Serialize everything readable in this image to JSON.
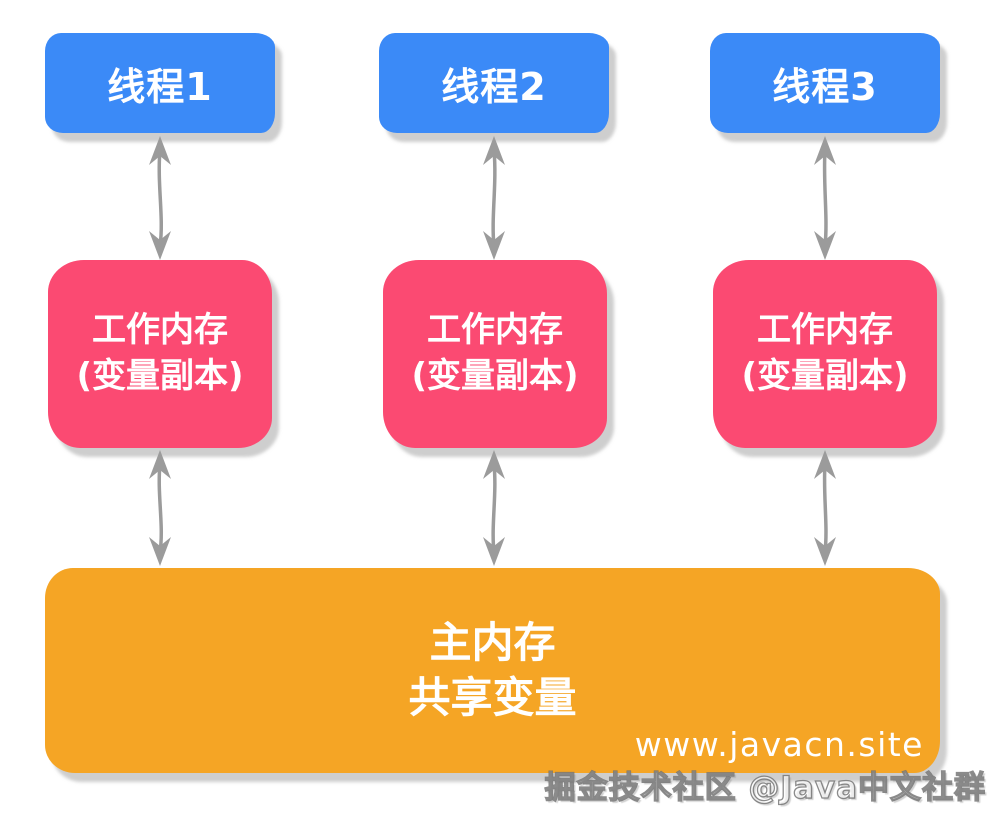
{
  "diagram": {
    "threads": [
      {
        "label": "线程1"
      },
      {
        "label": "线程2"
      },
      {
        "label": "线程3"
      }
    ],
    "working_memory": {
      "line1": "工作内存",
      "line2": "(变量副本)"
    },
    "main_memory": {
      "line1": "主内存",
      "line2": "共享变量"
    },
    "watermarks": {
      "site": "www.javacn.site",
      "credit": "掘金技术社区 @Java中文社群"
    },
    "icons": {
      "arrow": "bidirectional-arrow"
    }
  },
  "colors": {
    "thread_blue": "#3b8af7",
    "working_pink": "#fb4a72",
    "main_orange": "#f5a525",
    "arrow_gray": "#9b9b9b",
    "shadow_gray": "#c2c2c2",
    "text_white": "#ffffff",
    "credit_outline": "#8c8c8c"
  }
}
